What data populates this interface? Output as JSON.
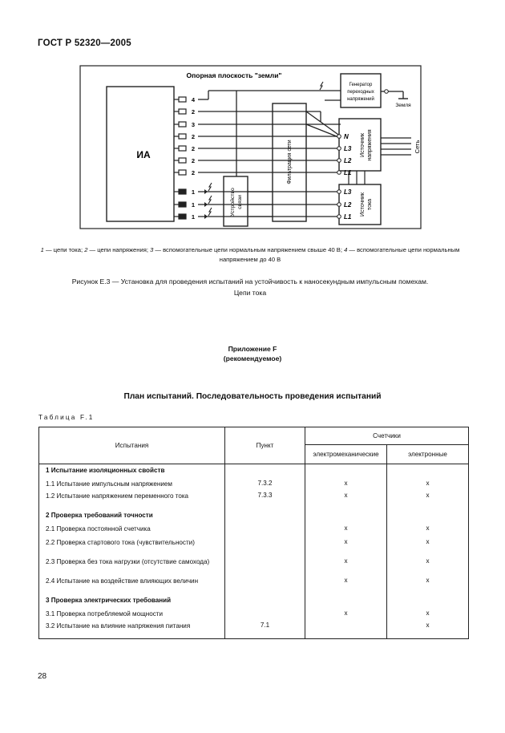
{
  "header": {
    "standard": "ГОСТ Р 52320—2005"
  },
  "figure": {
    "ground_plane": "Опорная плоскость \"земли\"",
    "meter_label": "ИА",
    "generator": [
      "Генератор",
      "переходных",
      "напряжений"
    ],
    "earth": "Земля",
    "network": "Сеть",
    "voltage_source": [
      "Источник",
      "напряжения"
    ],
    "current_source": [
      "Источник",
      "тока"
    ],
    "filter": "Фильтрация сети",
    "coupling": [
      "Устройство",
      "связи"
    ],
    "terminal_numbers": [
      "4",
      "2",
      "3",
      "2",
      "2",
      "2",
      "2",
      "1",
      "1",
      "1"
    ],
    "phase_labels_top": [
      "N",
      "L3",
      "L2",
      "L1"
    ],
    "phase_labels_bottom": [
      "L3",
      "L2",
      "L1"
    ],
    "legend": {
      "n1": "1",
      "t1": " — цепи тока; ",
      "n2": "2",
      "t2": " — цепи напряжения; ",
      "n3": "3",
      "t3": " — вспомогательные цепи нормальным напряжением свыше 40 В; ",
      "n4": "4",
      "t4": " — вспомогательные цепи нормальным напряжением до 40 В"
    },
    "caption_line1": "Рисунок Е.3 — Установка для проведения испытаний на устойчивость к наносекундным импульсным помехам.",
    "caption_line2": "Цепи тока"
  },
  "appendix": {
    "title": "Приложение F",
    "subtitle": "(рекомендуемое)",
    "heading": "План испытаний. Последовательность проведения испытаний",
    "table_label": "Таблица F.1"
  },
  "table": {
    "headers": {
      "tests": "Испытания",
      "clause": "Пункт",
      "meters": "Счетчики",
      "electromechanical": "электромеханические",
      "electronic": "электронные"
    },
    "rows": [
      {
        "text": "1   Испытание изоляционных свойств",
        "section": true,
        "clause": "",
        "em": "",
        "el": ""
      },
      {
        "text": "1.1  Испытание импульсным напряжением",
        "section": false,
        "clause": "7.3.2",
        "em": "x",
        "el": "x"
      },
      {
        "text": "1.2  Испытание напряжением переменного тока",
        "section": false,
        "clause": "7.3.3",
        "em": "x",
        "el": "x"
      },
      {
        "text": "2  Проверка требований точности",
        "section": true,
        "clause": "",
        "em": "",
        "el": ""
      },
      {
        "text": "2.1   Проверка постоянной счетчика",
        "section": false,
        "clause": "",
        "em": "x",
        "el": "x"
      },
      {
        "text": "2.2  Проверка стартового тока (чувствительности)",
        "section": false,
        "clause": "",
        "em": "x",
        "el": "x"
      },
      {
        "text": "2.3  Проверка без тока нагрузки (отсутствие самохода)",
        "section": false,
        "clause": "",
        "em": "x",
        "el": "x"
      },
      {
        "text": "2.4  Испытание на воздействие влияющих величин",
        "section": false,
        "clause": "",
        "em": "x",
        "el": "x"
      },
      {
        "text": "3  Проверка электрических требований",
        "section": true,
        "clause": "",
        "em": "",
        "el": ""
      },
      {
        "text": "3.1   Проверка потребляемой мощности",
        "section": false,
        "clause": "",
        "em": "x",
        "el": "x"
      },
      {
        "text": "3.2  Испытание на влияние напряжения питания",
        "section": false,
        "clause": "7.1",
        "em": "",
        "el": "x"
      }
    ]
  },
  "page_number": "28"
}
